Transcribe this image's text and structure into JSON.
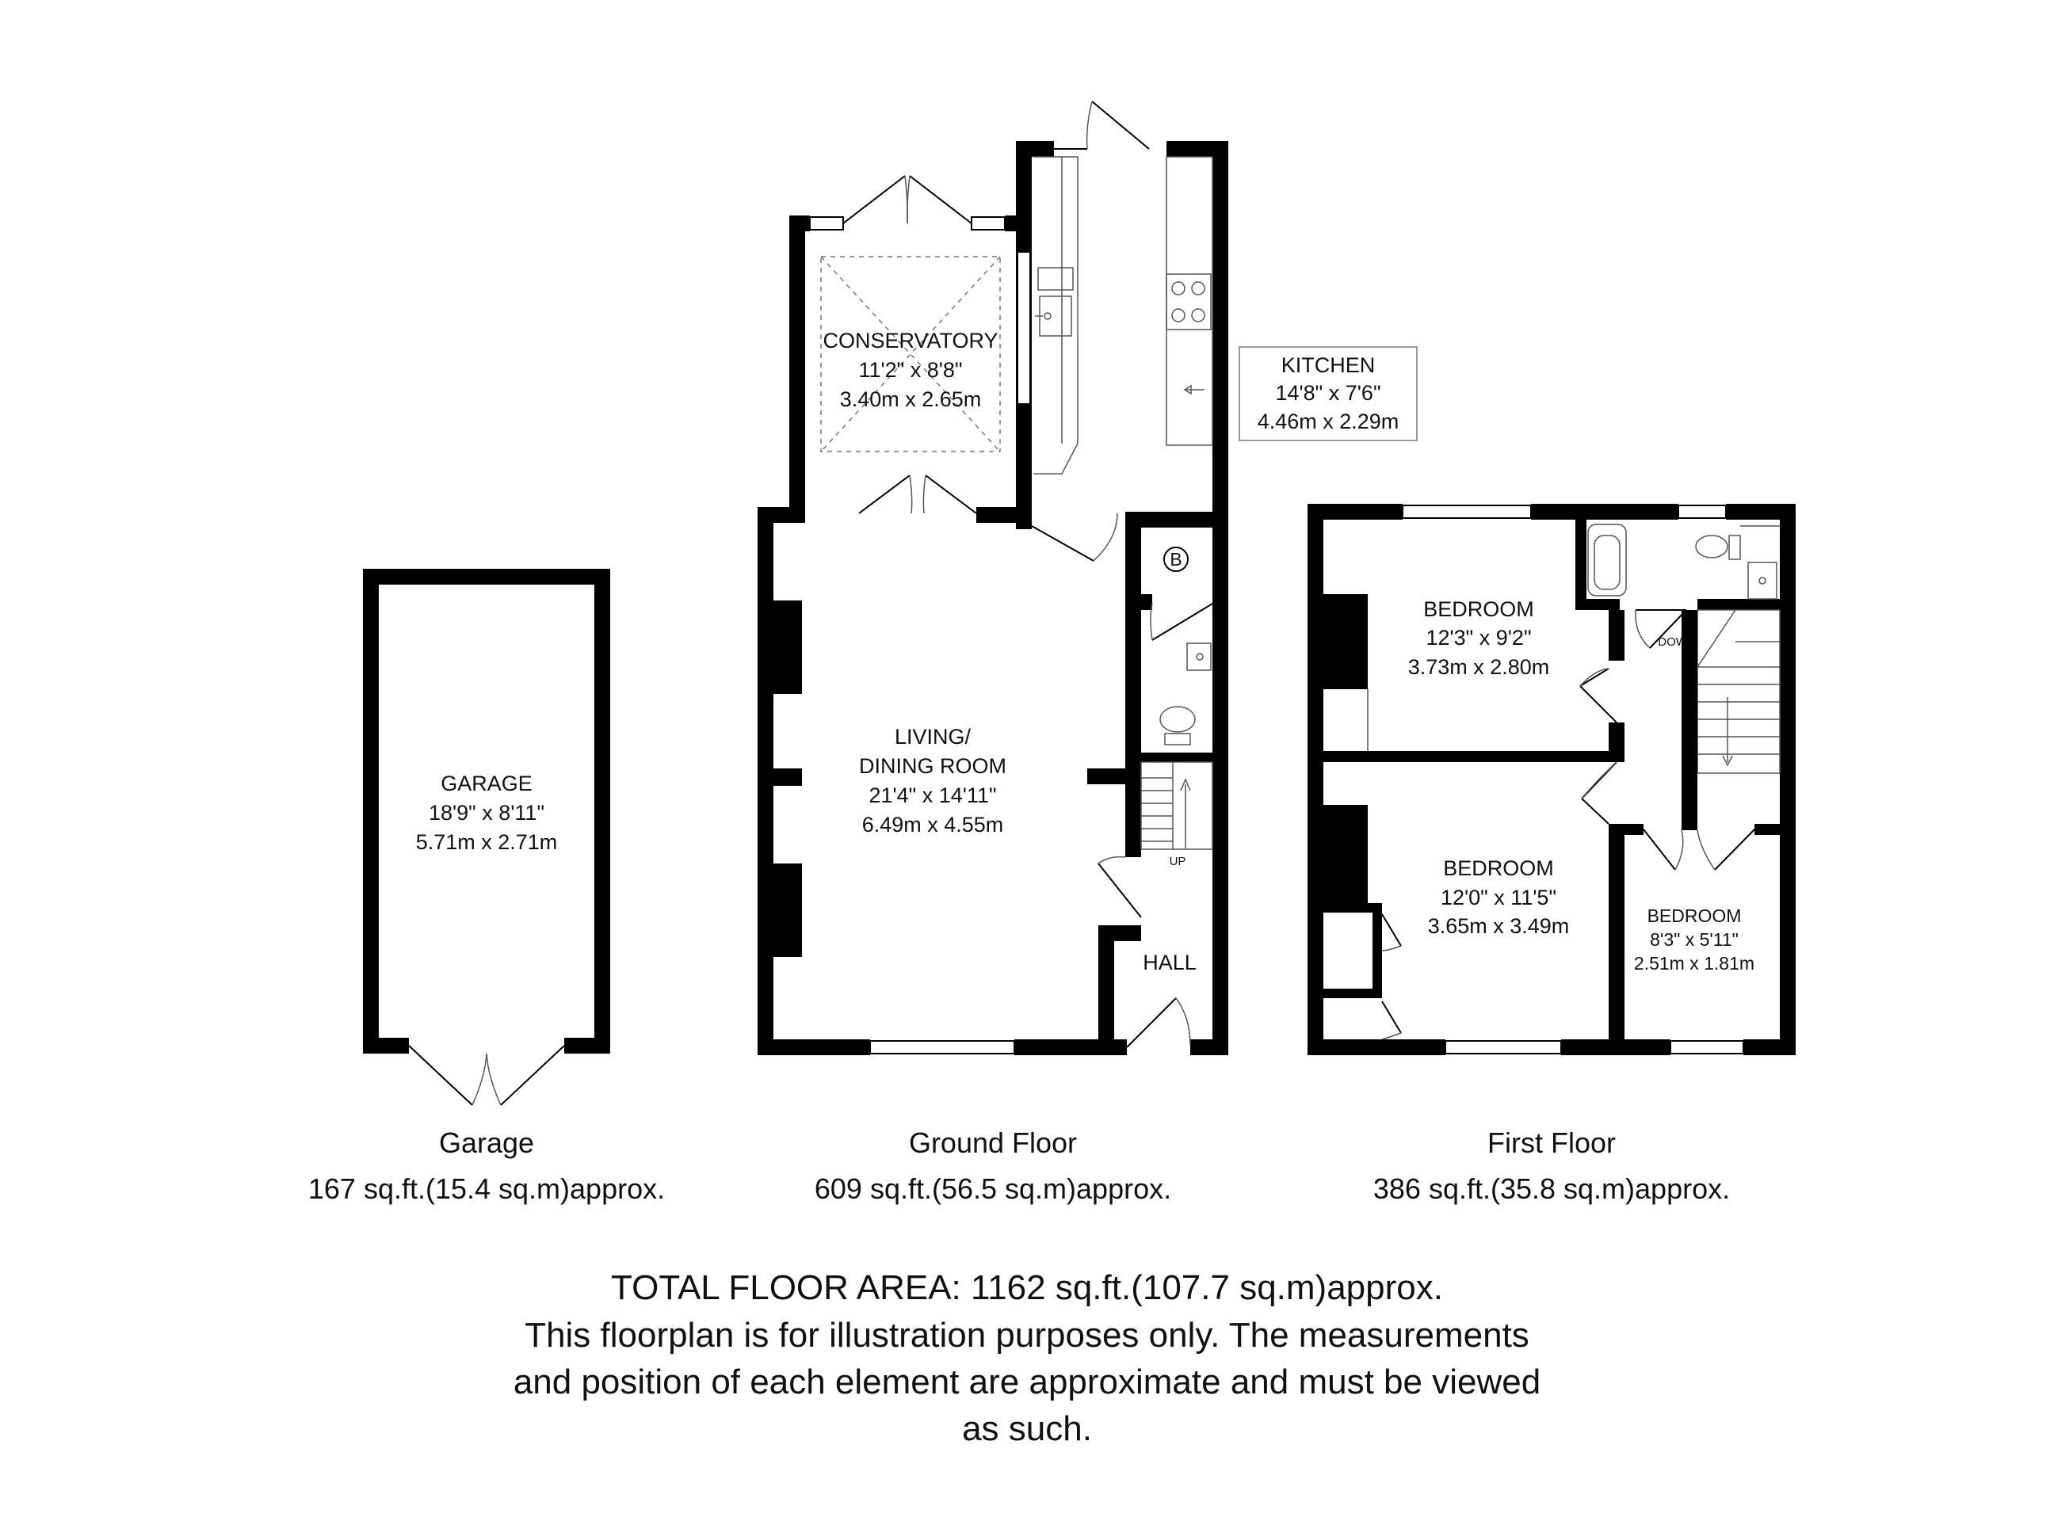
{
  "rooms": {
    "conservatory": {
      "name": "CONSERVATORY",
      "imperial": "11'2\" x 8'8\"",
      "metric": "3.40m x 2.65m"
    },
    "kitchen": {
      "name": "KITCHEN",
      "imperial": "14'8\" x 7'6\"",
      "metric": "4.46m x 2.29m"
    },
    "living": {
      "name1": "LIVING/",
      "name2": "DINING ROOM",
      "imperial": "21'4\" x 14'11\"",
      "metric": "6.49m x 4.55m"
    },
    "hall": {
      "name": "HALL"
    },
    "garage": {
      "name": "GARAGE",
      "imperial": "18'9\" x 8'11\"",
      "metric": "5.71m x 2.71m"
    },
    "bedroom1": {
      "name": "BEDROOM",
      "imperial": "12'3\" x 9'2\"",
      "metric": "3.73m x 2.80m"
    },
    "bedroom2": {
      "name": "BEDROOM",
      "imperial": "12'0\" x 11'5\"",
      "metric": "3.65m x 3.49m"
    },
    "bedroom3": {
      "name": "BEDROOM",
      "imperial": "8'3\" x 5'11\"",
      "metric": "2.51m x 1.81m"
    }
  },
  "markers": {
    "boiler": "B",
    "stairs_up": "UP",
    "stairs_down": "DOWN"
  },
  "floors": {
    "garage": {
      "title": "Garage",
      "area": "167 sq.ft.(15.4 sq.m)approx."
    },
    "ground": {
      "title": "Ground Floor",
      "area": "609 sq.ft.(56.5 sq.m)approx."
    },
    "first": {
      "title": "First Floor",
      "area": "386 sq.ft.(35.8 sq.m)approx."
    }
  },
  "notes": {
    "line1": "TOTAL FLOOR AREA: 1162 sq.ft.(107.7 sq.m)approx.",
    "line2": "This floorplan is for illustration purposes only. The measurements",
    "line3": "and position of each element are approximate and must be viewed",
    "line4": "as such."
  }
}
